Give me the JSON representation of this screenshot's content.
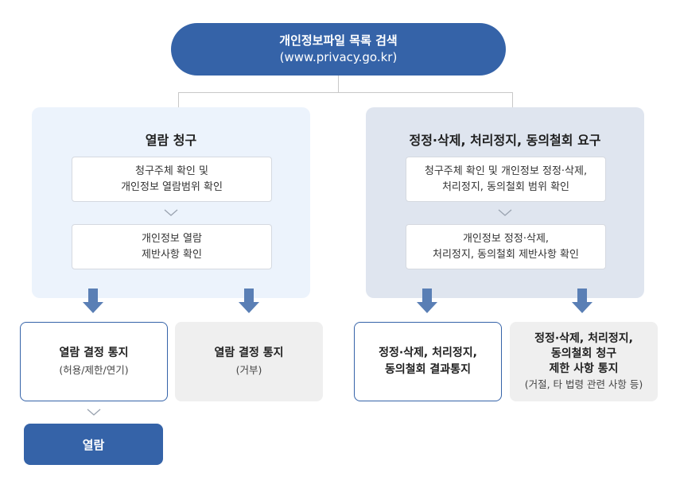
{
  "top": {
    "title": "개인정보파일 목록 검색",
    "url": "(www.privacy.go.kr)"
  },
  "left_panel": {
    "title": "열람 청구",
    "step1": [
      "청구주체 확인 및",
      "개인정보 열람범위 확인"
    ],
    "step2": [
      "개인정보 열람",
      "제반사항 확인"
    ]
  },
  "right_panel": {
    "title": "정정·삭제, 처리정지, 동의철회 요구",
    "step1": [
      "청구주체 확인 및 개인정보 정정·삭제,",
      "처리정지, 동의철회 범위 확인"
    ],
    "step2": [
      "개인정보 정정·삭제,",
      "처리정지, 동의철회 제반사항 확인"
    ]
  },
  "results": {
    "r1": {
      "title": "열람 결정 통지",
      "note": "(허용/제한/연기)"
    },
    "r2": {
      "title": "열람 결정 통지",
      "note": "(거부)"
    },
    "r3": {
      "lines": [
        "정정·삭제, 처리정지,",
        "동의철회 결과통지"
      ]
    },
    "r4": {
      "lines": [
        "정정·삭제, 처리정지,",
        "동의철회 청구",
        "제한 사항 통지"
      ],
      "note": "(거절, 타 법령 관련 사항 등)"
    }
  },
  "final": {
    "label": "열람"
  },
  "colors": {
    "primary": "#3563a8",
    "arrow": "#5a7fb5",
    "left_bg": "#ecf3fc",
    "right_bg": "#dfe5ef",
    "grey_box": "#efefef"
  }
}
